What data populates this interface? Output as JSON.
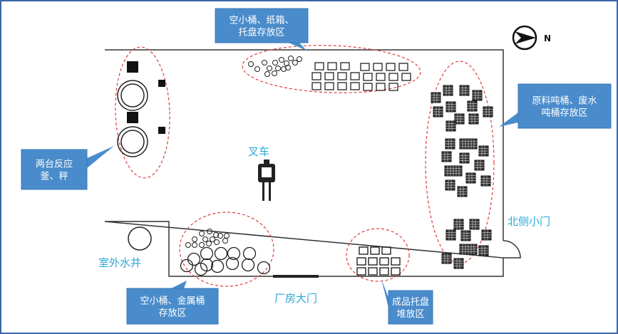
{
  "compass": {
    "label": "N"
  },
  "callouts": {
    "top": {
      "lines": [
        "空小桶、纸箱、",
        "托盘存放区"
      ]
    },
    "right": {
      "lines": [
        "原料吨桶、废水",
        "吨桶存放区"
      ]
    },
    "left": {
      "lines": [
        "两台反应",
        "釜、秤"
      ]
    },
    "bottom_left": {
      "lines": [
        "空小桶、金属桶",
        "存放区"
      ]
    },
    "bottom_right": {
      "lines": [
        "成品托盘",
        "堆放区"
      ]
    }
  },
  "labels": {
    "forklift": "叉车",
    "north_door": "北侧小门",
    "outdoor_well": "室外水井",
    "main_gate": "厂房大门"
  },
  "colors": {
    "callout": "#4a8ccb",
    "label": "#2aa9d6",
    "zone": "#e03c3c",
    "frame": "#3a66a8"
  }
}
